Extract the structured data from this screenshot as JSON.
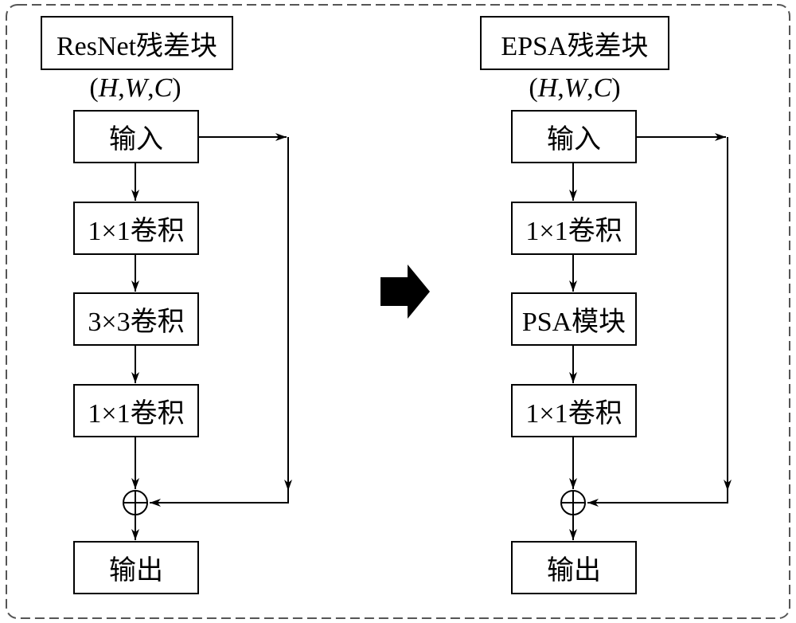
{
  "left": {
    "title": "ResNet残差块",
    "dims": {
      "open": "(",
      "h": "H",
      "w": "W",
      "c": "C",
      "close": ")",
      "sep": ","
    },
    "blocks": [
      "输入",
      "1×1卷积",
      "3×3卷积",
      "1×1卷积"
    ],
    "output": "输出"
  },
  "right": {
    "title": "EPSA残差块",
    "dims": {
      "open": "(",
      "h": "H",
      "w": "W",
      "c": "C",
      "close": ")",
      "sep": ","
    },
    "blocks": [
      "输入",
      "1×1卷积",
      "PSA模块",
      "1×1卷积"
    ],
    "output": "输出"
  },
  "colors": {
    "stroke": "#000000",
    "frame": "#555555",
    "background": "#ffffff"
  }
}
